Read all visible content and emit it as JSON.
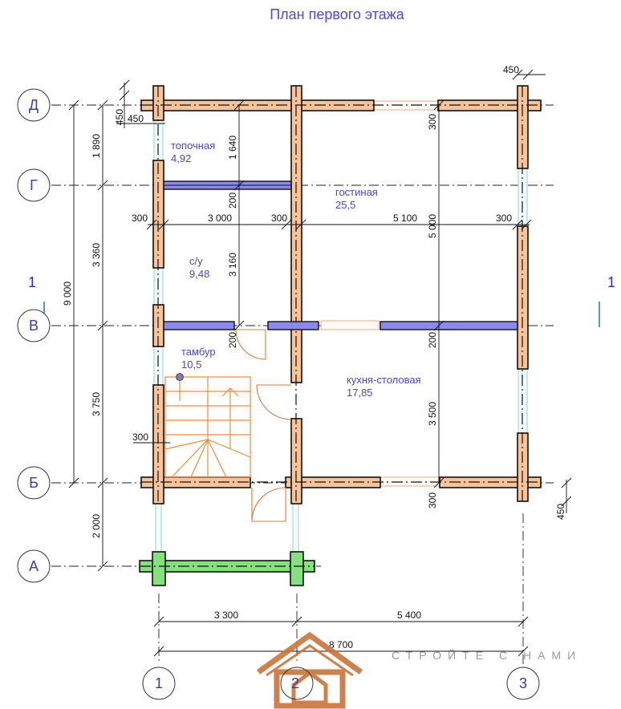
{
  "title": "План первого этажа",
  "rooms": [
    {
      "name": "топочная",
      "area": "4,92"
    },
    {
      "name": "гостиная",
      "area": "25,5"
    },
    {
      "name": "с/у",
      "area": "9,48"
    },
    {
      "name": "тамбур",
      "area": "10,5"
    },
    {
      "name": "кухня-столовая",
      "area": "17,85"
    }
  ],
  "row_axes": [
    "Д",
    "Г",
    "В",
    "Б",
    "А"
  ],
  "col_axes": [
    "1",
    "2",
    "3"
  ],
  "section_marks": [
    "1",
    "1"
  ],
  "dims_left_inner": [
    "1 890",
    "3 360",
    "3 750",
    "2 000"
  ],
  "dims_left_total": "9 000",
  "dims_bottom": [
    "3 300",
    "5 400"
  ],
  "dims_bottom_total": "8 700",
  "dims_interior": {
    "row_c": [
      "300",
      "3 000",
      "300",
      "5 100",
      "300"
    ],
    "top_left_450": "450",
    "top_right_450": "450",
    "bottom_right_450": "450",
    "v_1640": "1 640",
    "v_200_g": "200",
    "v_3160": "3 160",
    "v_200_v": "200",
    "v_5000": "5 000",
    "v_300_top": "300",
    "v_200_mid": "200",
    "v_3500": "3 500",
    "v_300_bot": "300",
    "h_300_stair": "300"
  },
  "watermark": "СТРОЙТЕ С НАМИ",
  "colors": {
    "log": "#f6c39b",
    "log_green": "#86e07e",
    "partition": "#8a8aec",
    "title": "#4a4ad8",
    "room_label": "#4747c8"
  }
}
